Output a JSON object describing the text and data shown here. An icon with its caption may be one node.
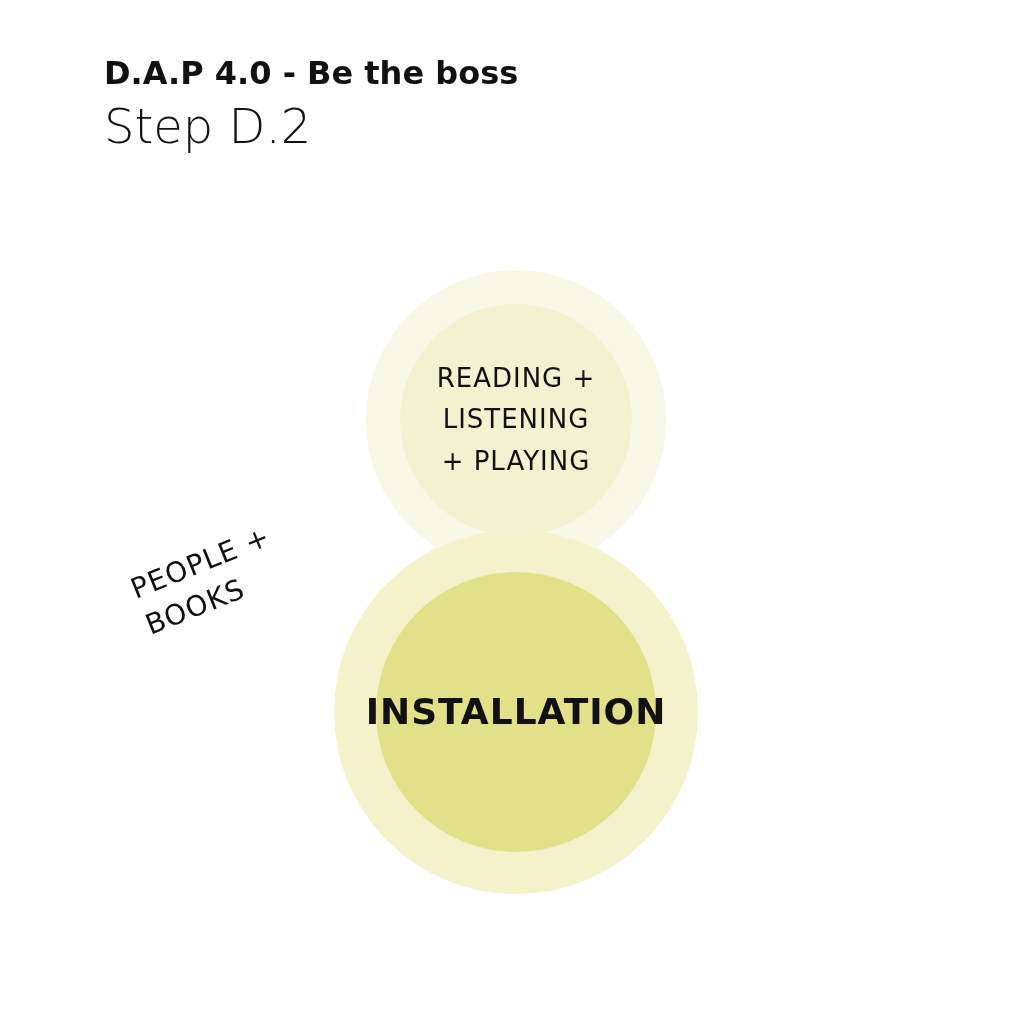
{
  "diagram": {
    "title": "D.A.P 4.0 - Be the boss",
    "nodes": [
      {
        "text": [
          "READING + LISTENING + PLAYING"
        ]
      },
      {
        "text": [
          "INSTALLATION"
        ]
      }
    ],
    "edges": [],
    "labels": [
      "Step D.2",
      "PEOPLE + BOOKS"
    ]
  }
}
